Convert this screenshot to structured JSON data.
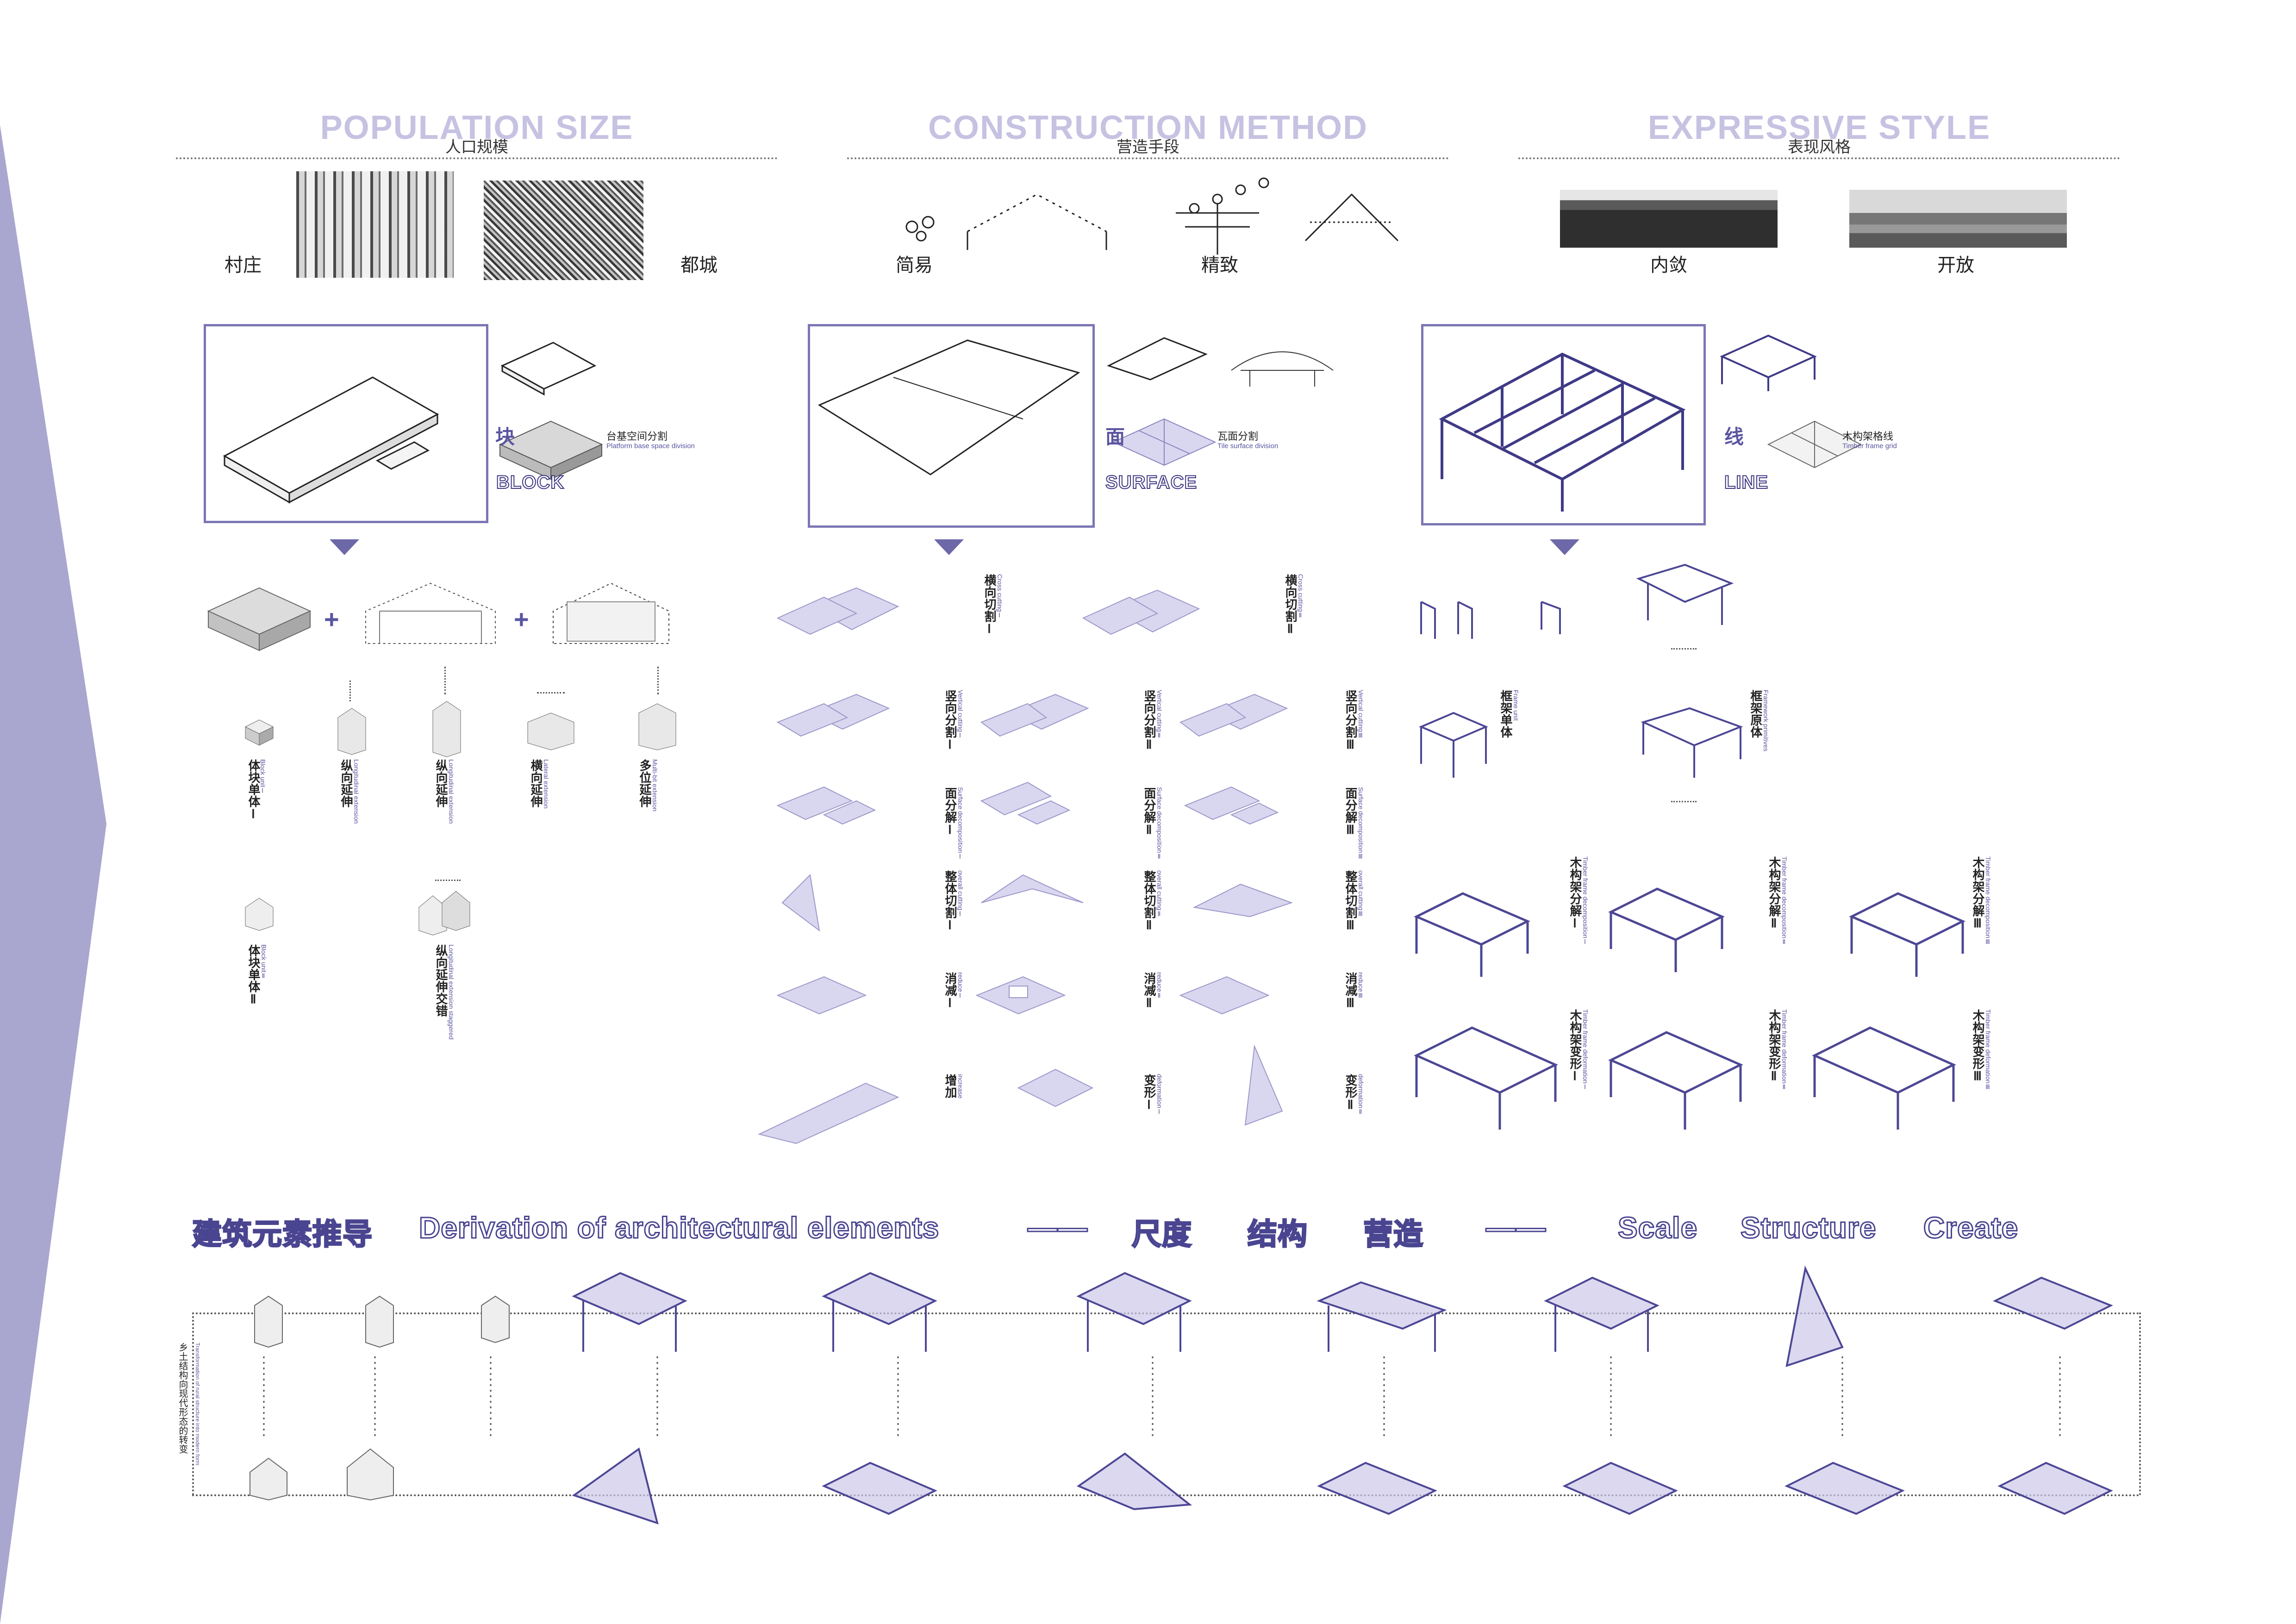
{
  "headers": [
    {
      "title": "POPULATION SIZE",
      "subtitle": "人口规模"
    },
    {
      "title": "CONSTRUCTION METHOD",
      "subtitle": "营造手段"
    },
    {
      "title": "EXPRESSIVE STYLE",
      "subtitle": "表现风格"
    }
  ],
  "photo_labels": {
    "village": "村庄",
    "capital": "都城",
    "simple": "简易",
    "refined": "精致",
    "introverted": "内敛",
    "open": "开放"
  },
  "categories": {
    "block": {
      "cn": "块",
      "en": "BLOCK",
      "desc_cn": "台基空间分割",
      "desc_en": "Platform base space division"
    },
    "surface": {
      "cn": "面",
      "en": "SURFACE",
      "desc_cn": "瓦面分割",
      "desc_en": "Tile surface division"
    },
    "line": {
      "cn": "线",
      "en": "LINE",
      "desc_cn": "木构架格线",
      "desc_en": "Timber frame grid"
    }
  },
  "block_ops": [
    {
      "cn": "体块单体Ⅰ",
      "en": "Block unitⅠ"
    },
    {
      "cn": "纵向延伸",
      "en": "Longitudinal extension"
    },
    {
      "cn": "纵向延伸",
      "en": "Longitudinal extension"
    },
    {
      "cn": "横向延伸",
      "en": "Lateral extension"
    },
    {
      "cn": "多位延伸",
      "en": "Multi-bit extension"
    },
    {
      "cn": "体块单体Ⅱ",
      "en": "Block unitⅡ"
    },
    {
      "cn": "纵向延伸交错",
      "en": "Longitudinal extension staggered"
    }
  ],
  "surface_ops": [
    {
      "cn": "横向切割Ⅰ",
      "en": "Cross cuttingⅠ"
    },
    {
      "cn": "横向切割Ⅱ",
      "en": "Cross cuttingⅡ"
    },
    {
      "cn": "竖向分割Ⅰ",
      "en": "Vertical cuttingⅠ"
    },
    {
      "cn": "竖向分割Ⅱ",
      "en": "Vertical cuttingⅡ"
    },
    {
      "cn": "竖向分割Ⅲ",
      "en": "Vertical cuttingⅢ"
    },
    {
      "cn": "面分解Ⅰ",
      "en": "Surface decompositionⅠ"
    },
    {
      "cn": "面分解Ⅱ",
      "en": "Surface decompositionⅡ"
    },
    {
      "cn": "面分解Ⅲ",
      "en": "Surface decompositionⅢ"
    },
    {
      "cn": "整体切割Ⅰ",
      "en": "overall cuttingⅠ"
    },
    {
      "cn": "整体切割Ⅱ",
      "en": "overall cuttingⅡ"
    },
    {
      "cn": "整体切割Ⅲ",
      "en": "overall cuttingⅢ"
    },
    {
      "cn": "消减Ⅰ",
      "en": "reduceⅠ"
    },
    {
      "cn": "消减Ⅱ",
      "en": "reduceⅡ"
    },
    {
      "cn": "消减Ⅲ",
      "en": "reduceⅢ"
    },
    {
      "cn": "增加",
      "en": "increase"
    },
    {
      "cn": "变形Ⅰ",
      "en": "deformationⅠ"
    },
    {
      "cn": "变形Ⅱ",
      "en": "deformationⅡ"
    }
  ],
  "line_ops": [
    {
      "cn": "框架单体",
      "en": "Frame unit"
    },
    {
      "cn": "框架原体",
      "en": "Framework primitives"
    },
    {
      "cn": "木构架分解Ⅰ",
      "en": "Timber frame decompositionⅠ"
    },
    {
      "cn": "木构架分解Ⅱ",
      "en": "Timber frame decompositionⅡ"
    },
    {
      "cn": "木构架分解Ⅲ",
      "en": "Timber frame decompositionⅢ"
    },
    {
      "cn": "木构架变形Ⅰ",
      "en": "Timber frame deformationⅠ"
    },
    {
      "cn": "木构架变形Ⅱ",
      "en": "Timber frame deformationⅡ"
    },
    {
      "cn": "木构架变形Ⅲ",
      "en": "Timber frame deformationⅢ"
    }
  ],
  "bottom": {
    "title_cn": "建筑元素推导",
    "title_en": "Derivation of architectural elements",
    "dash1": "——",
    "scale_cn": "尺度",
    "structure_cn": "结构",
    "create_cn": "营造",
    "dash2": "——",
    "scale_en": "Scale",
    "structure_en": "Structure",
    "create_en": "Create",
    "side_cn": "乡土结构向现代形态的转变",
    "side_en": "Transformation of rural structure into modern form"
  },
  "colors": {
    "accent": "#7b76b4",
    "accent_dark": "#4a4590",
    "accent_light": "#c6c2e2",
    "sidebar": "#a9a6cf"
  }
}
